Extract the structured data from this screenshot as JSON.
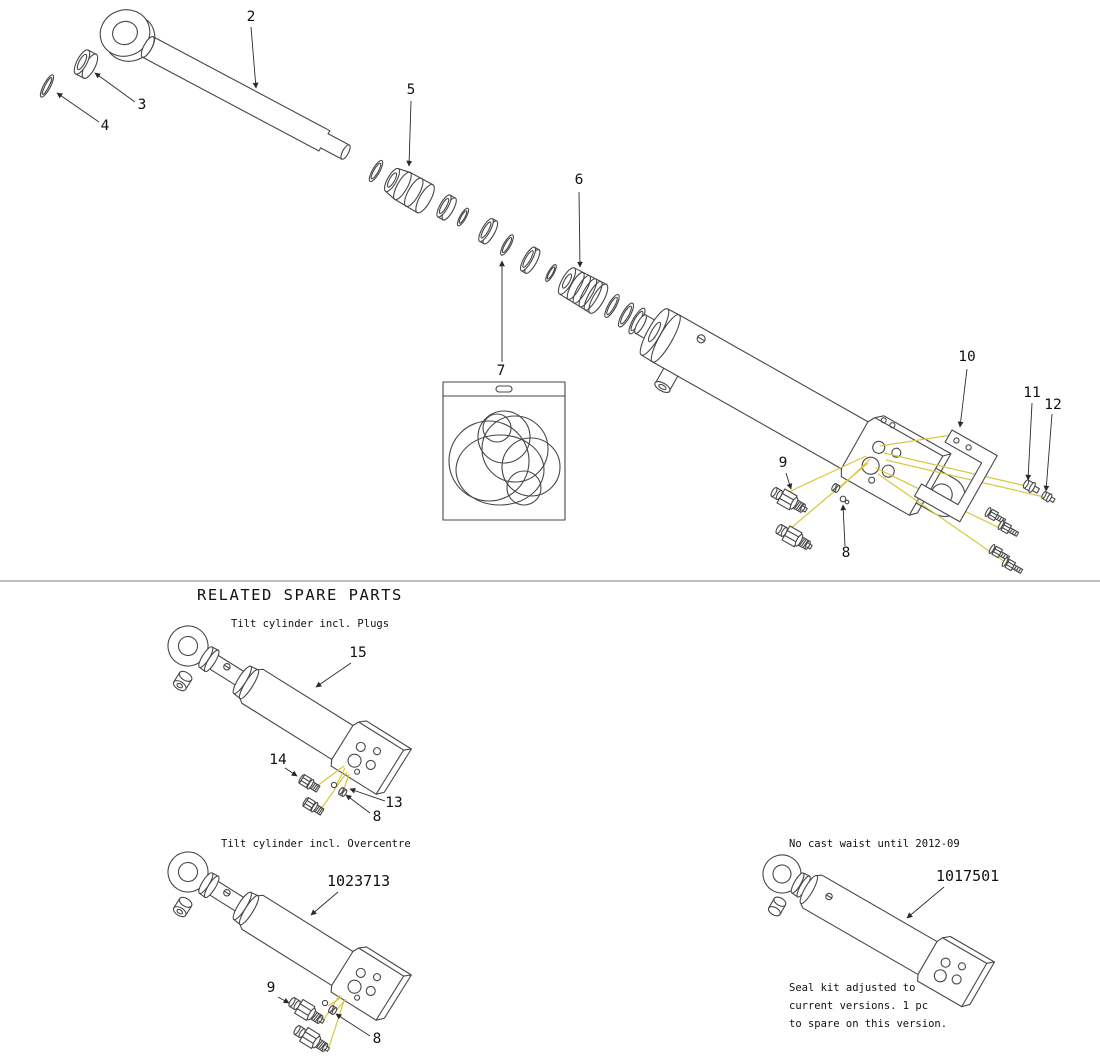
{
  "main_view": {
    "callouts": {
      "2": "2",
      "3": "3",
      "4": "4",
      "5": "5",
      "6": "6",
      "7": "7",
      "8": "8",
      "9": "9",
      "10": "10",
      "11": "11",
      "12": "12"
    }
  },
  "related": {
    "heading": "RELATED SPARE PARTS",
    "plugs": {
      "title": "Tilt cylinder incl. Plugs",
      "callouts": {
        "8": "8",
        "13": "13",
        "14": "14",
        "15": "15"
      }
    },
    "overcentre": {
      "title": "Tilt cylinder incl. Overcentre",
      "part_number": "1023713",
      "callouts": {
        "8": "8",
        "9": "9"
      }
    },
    "no_cast_waist": {
      "title": "No cast waist until 2012-09",
      "part_number": "1017501",
      "note": [
        "Seal kit adjusted to",
        "current versions. 1 pc",
        "to spare on this version."
      ]
    }
  },
  "colors": {
    "line": "#474747",
    "leader_yellow": "#d9c63c",
    "text": "#111111",
    "divider": "#a8a8a8"
  }
}
